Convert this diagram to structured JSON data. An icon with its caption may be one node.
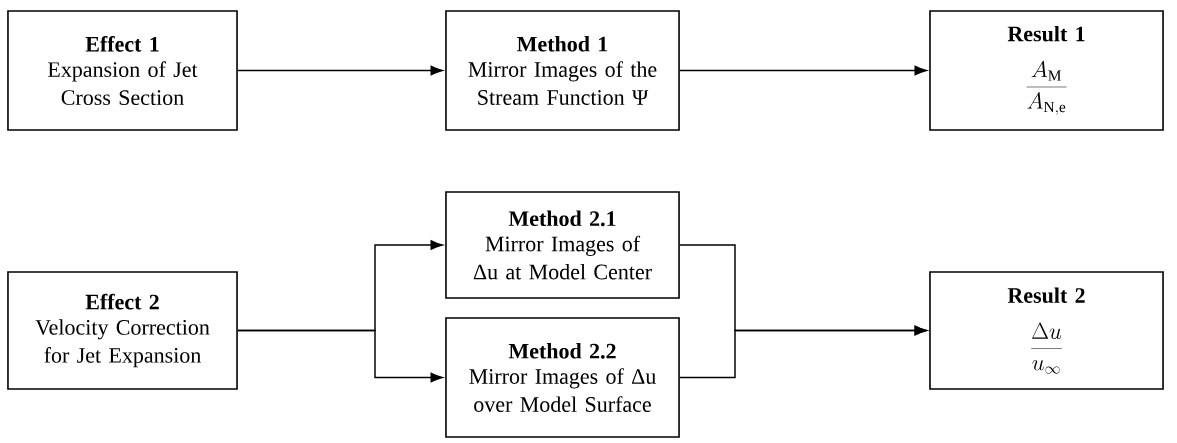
{
  "diagram": {
    "nodes": [
      {
        "text": [
          "Effect 1",
          "Expansion of Jet Cross Section"
        ]
      },
      {
        "text": [
          "Method 1",
          "Mirror Images of the Stream Function Ψ"
        ]
      },
      {
        "text": [
          "Result 1",
          "\\frac{A_{\\mathrm{M}}}{A_{\\mathrm{N,e}}}"
        ]
      },
      {
        "text": [
          "Effect 2",
          "Velocity Correction for Jet Expansion"
        ]
      },
      {
        "text": [
          "Method 2.1",
          "Mirror Images of Δu at Model Center"
        ]
      },
      {
        "text": [
          "Method 2.2",
          "Mirror Images of Δu over Model Surface"
        ]
      },
      {
        "text": [
          "Result 2",
          "\\frac{\\Delta u}{u_\\infty}"
        ]
      }
    ],
    "edges": [
      {
        "from": 0,
        "to": 1,
        "arrow": "to"
      },
      {
        "from": 1,
        "to": 2,
        "arrow": "to"
      },
      {
        "from": 3,
        "to": 4,
        "arrow": "to"
      },
      {
        "from": 3,
        "to": 5,
        "arrow": "to"
      },
      {
        "from": 4,
        "to": 6,
        "arrow": "to"
      },
      {
        "from": 5,
        "to": 6,
        "arrow": "to"
      }
    ]
  }
}
